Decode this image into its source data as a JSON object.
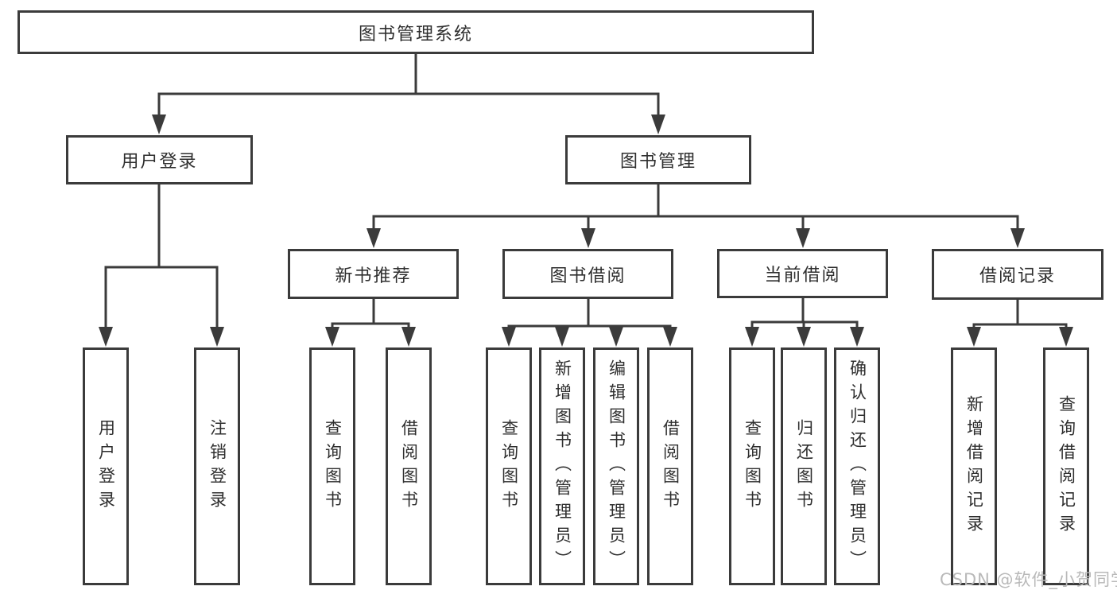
{
  "diagram": {
    "root": "图书管理系统",
    "branches": [
      {
        "label": "用户登录",
        "leaves": [
          "用户登录",
          "注销登录"
        ]
      },
      {
        "label": "图书管理",
        "groups": [
          {
            "label": "新书推荐",
            "leaves": [
              "查询图书",
              "借阅图书"
            ]
          },
          {
            "label": "图书借阅",
            "leaves": [
              "查询图书",
              "新增图书（管理员）",
              "编辑图书（管理员）",
              "借阅图书"
            ]
          },
          {
            "label": "当前借阅",
            "leaves": [
              "查询图书",
              "归还图书",
              "确认归还（管理员）"
            ]
          },
          {
            "label": "借阅记录",
            "leaves": [
              "新增借阅记录",
              "查询借阅记录"
            ]
          }
        ]
      }
    ]
  },
  "watermark": {
    "text": "CSDN @软件_小贺同学"
  },
  "colors": {
    "line": "#3b3b3b",
    "text": "#2e2e2e",
    "background": "#ffffff",
    "watermark": "#b9b9b9"
  }
}
